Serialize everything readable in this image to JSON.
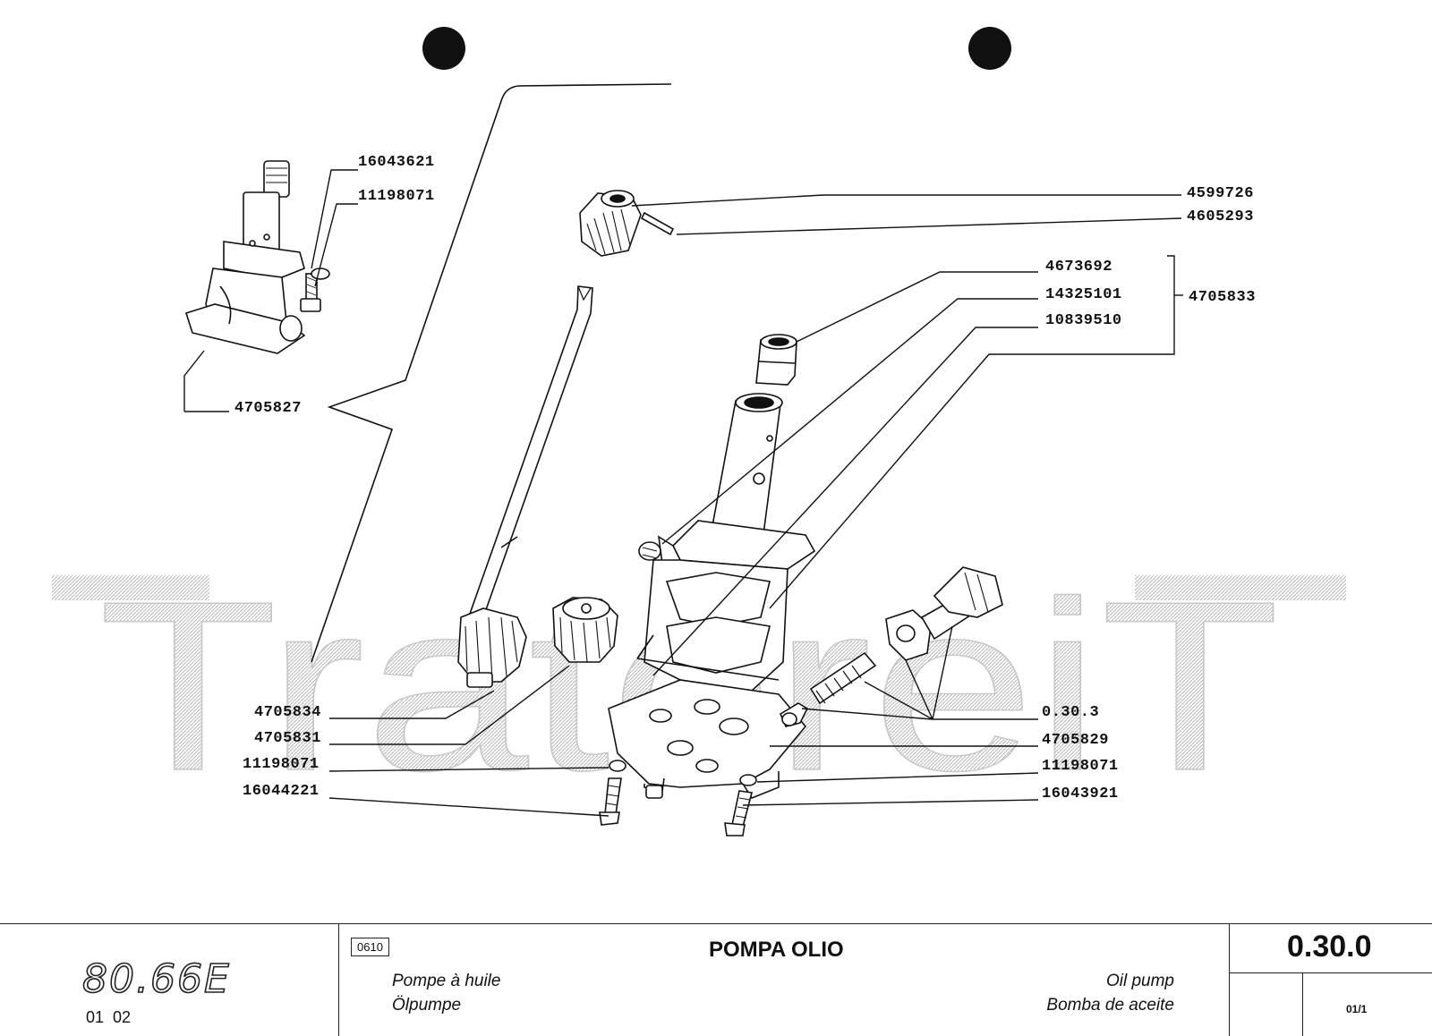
{
  "watermark": "TratoreiT",
  "parts": {
    "p16043621": "16043621",
    "p11198071_top": "11198071",
    "p4705827": "4705827",
    "p4599726": "4599726",
    "p4605293": "4605293",
    "p4673692": "4673692",
    "p14325101": "14325101",
    "p10839510": "10839510",
    "p4705833": "4705833",
    "p4705834": "4705834",
    "p4705831": "4705831",
    "p11198071_left": "11198071",
    "p16044221": "16044221",
    "p0303": "0.30.3",
    "p4705829": "4705829",
    "p11198071_right": "11198071",
    "p16043921": "16043921"
  },
  "titleblock": {
    "model": "80.66E",
    "variants": "01  02",
    "group_code": "0610",
    "title_it": "POMPA OLIO",
    "title_fr": "Pompe à huile",
    "title_de": "Ölpumpe",
    "title_en": "Oil pump",
    "title_es": "Bomba de aceite",
    "ref_number": "0.30.0",
    "sheet": "01/1"
  }
}
